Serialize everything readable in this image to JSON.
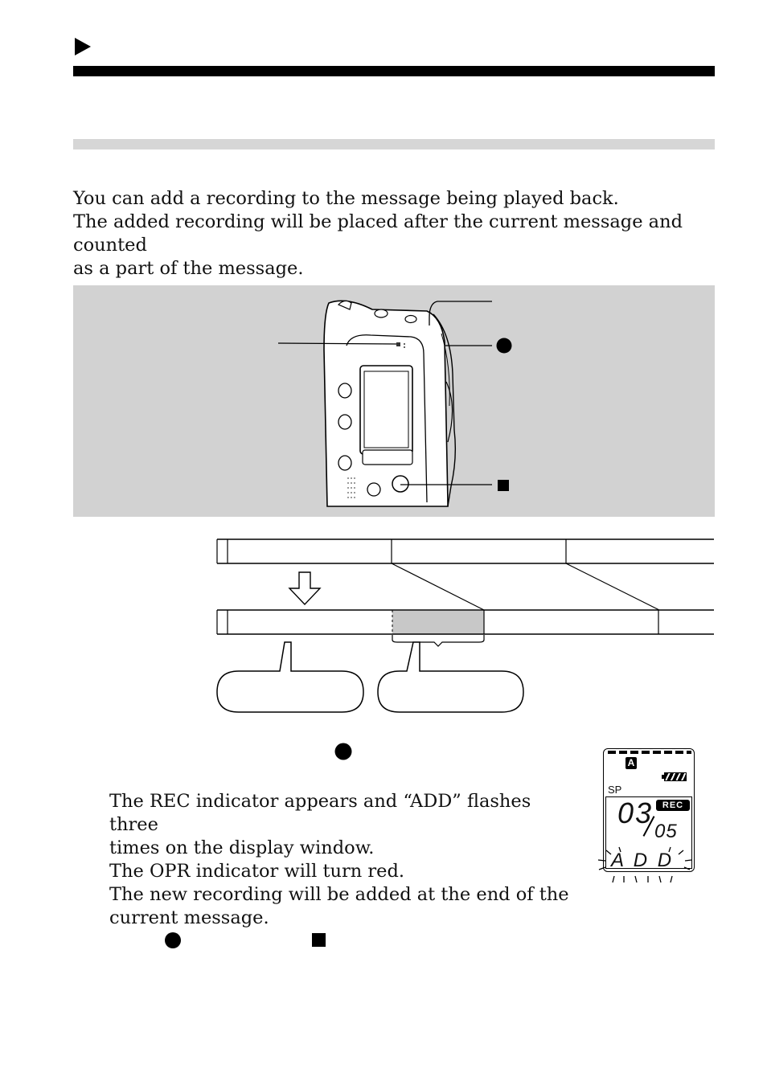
{
  "intro": {
    "line1": "You can add a recording to the message being played back.",
    "line2": "The added recording will be placed after the current message and counted",
    "line3": "as a part of the message."
  },
  "step_text": {
    "line1": "The REC  indicator appears and “ADD” flashes three",
    "line2": "times on the display window.",
    "line3": "The OPR indicator will turn red.",
    "line4": "The new recording will be added at the end of the",
    "line5": "current message."
  },
  "lcd": {
    "folder": "A",
    "mode": "SP",
    "rec_badge": "REC",
    "message_number": "03",
    "total_messages": "05",
    "flash_text": "A D D"
  },
  "colors": {
    "rule": "#000000",
    "subhead_band": "#d6d6d6",
    "illustration_bg": "#d2d2d2",
    "added_segment": "#c8c8c8"
  }
}
